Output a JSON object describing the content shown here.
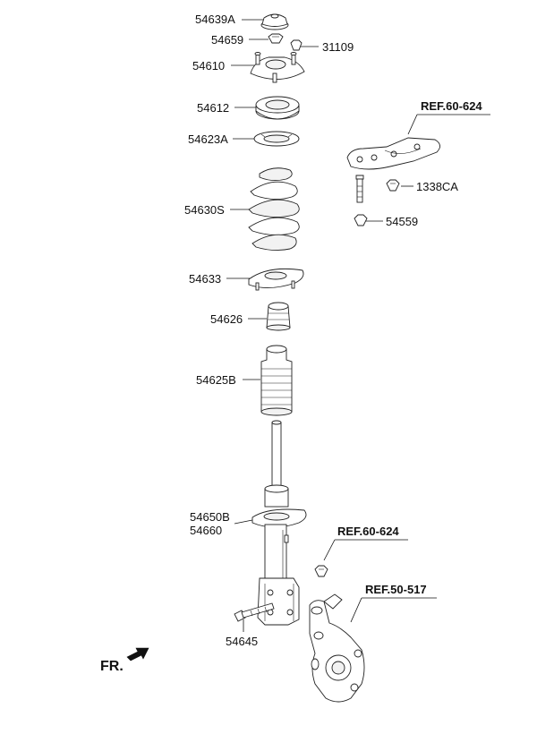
{
  "labels": {
    "p54639A": "54639A",
    "p54659": "54659",
    "p31109": "31109",
    "p54610": "54610",
    "p54612": "54612",
    "p54623A": "54623A",
    "p54630S": "54630S",
    "p54633": "54633",
    "p54626": "54626",
    "p54625B": "54625B",
    "p54650B": "54650B",
    "p54660": "54660",
    "p54645": "54645",
    "p1338CA": "1338CA",
    "p54559": "54559"
  },
  "refs": {
    "ref_top": "REF.60-624",
    "ref_mid": "REF.60-624",
    "ref_knuckle": "REF.50-517"
  },
  "direction": {
    "label": "FR.",
    "icon": "direction-arrow-icon"
  }
}
